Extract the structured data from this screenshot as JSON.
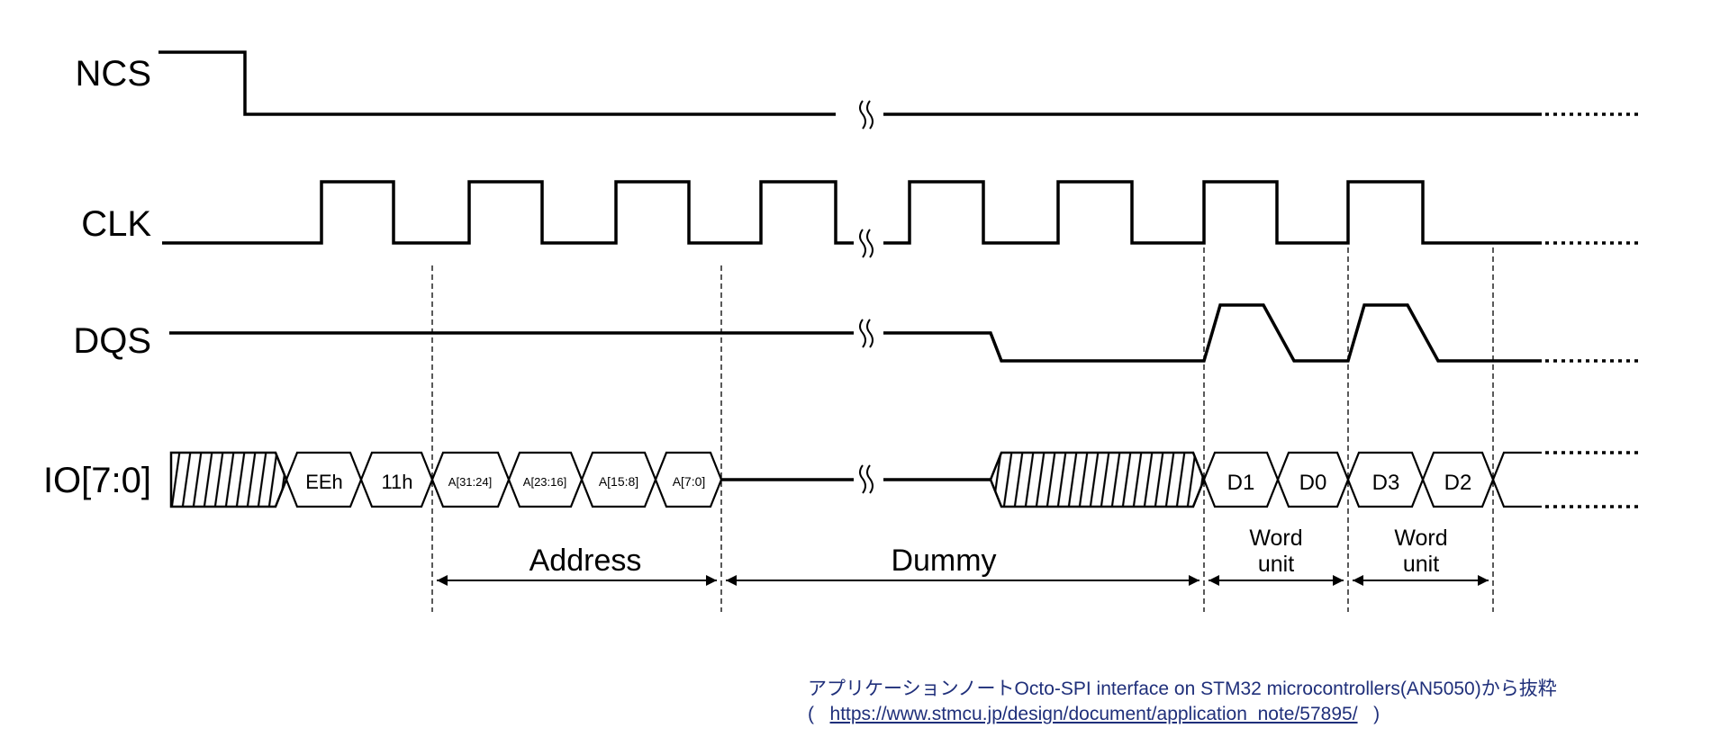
{
  "signals": [
    {
      "id": "ncs",
      "label": "NCS"
    },
    {
      "id": "clk",
      "label": "CLK"
    },
    {
      "id": "dqs",
      "label": "DQS"
    },
    {
      "id": "io",
      "label": "IO[7:0]"
    }
  ],
  "io_cells": [
    "EEh",
    "11h",
    "A[31:24]",
    "A[23:16]",
    "A[15:8]",
    "A[7:0]",
    "D1",
    "D0",
    "D3",
    "D2"
  ],
  "phases": [
    {
      "label": "Address"
    },
    {
      "label": "Dummy"
    },
    {
      "label": "Word\nunit"
    },
    {
      "label": "Word\nunit"
    }
  ],
  "caption": {
    "line1": "アプリケーションノートOcto-SPI interface on STM32 microcontrollers(AN5050)から抜粋",
    "open": "(",
    "link": "https://www.stmcu.jp/design/document/application_note/57895/",
    "close": ")"
  }
}
